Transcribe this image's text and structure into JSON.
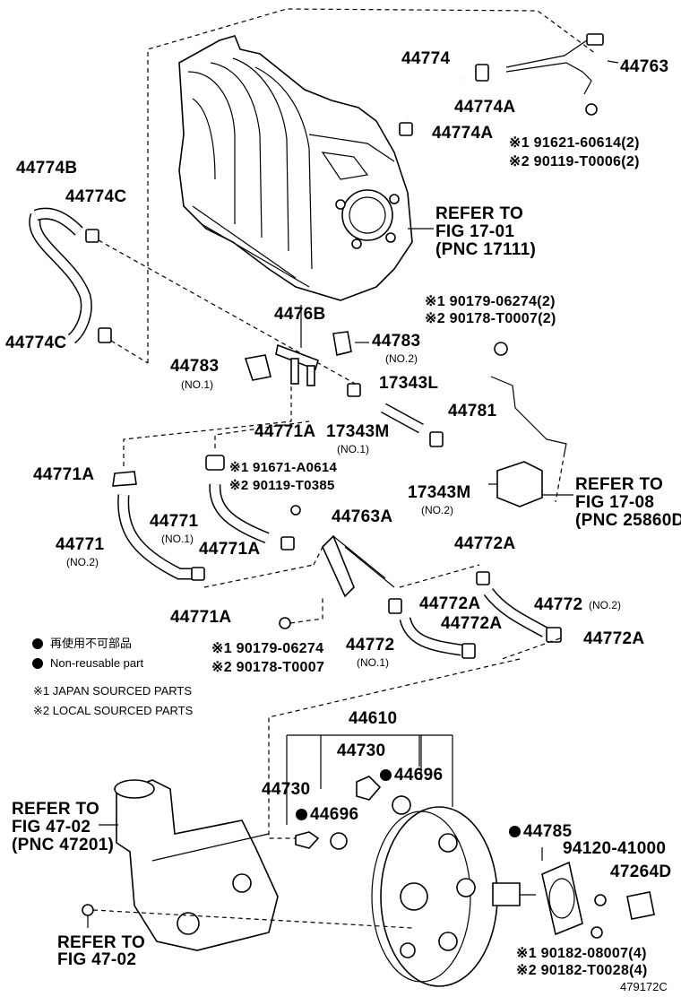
{
  "labels": {
    "p44774": "44774",
    "p44763": "44763",
    "p44774A_1": "44774A",
    "p44774A_2": "44774A",
    "jp_91621": "※1  91621-60614(2)",
    "lc_90119_1": "※2  90119-T0006(2)",
    "p44774B": "44774B",
    "p44774C_1": "44774C",
    "p44774C_2": "44774C",
    "refer_1701_a": "REFER TO",
    "refer_1701_b": "FIG 17-01",
    "refer_1701_c": "(PNC 17111)",
    "jp_90179_a": "※1 90179-06274(2)",
    "lc_90178_a": "※2 90178-T0007(2)",
    "p4476B": "4476B",
    "p44783_no1": "44783",
    "no1_a": "(NO.1)",
    "p44783_no2": "44783",
    "no2_a": "(NO.2)",
    "p17343L": "17343L",
    "p44781": "44781",
    "p44771A_top": "44771A",
    "p17343M_no1": "17343M",
    "no1_b": "(NO.1)",
    "p44771A_left": "44771A",
    "jp_91671": "※1 91671-A0614",
    "lc_90119_2": "※2 90119-T0385",
    "p17343M_no2": "17343M",
    "no2_b": "(NO.2)",
    "refer_1708_a": "REFER TO",
    "refer_1708_b": "FIG 17-08",
    "refer_1708_c": "(PNC 25860D",
    "p44771_no1": "44771",
    "no1_c": "(NO.1)",
    "p44763A": "44763A",
    "p44771_no2": "44771",
    "no2_c": "(NO.2)",
    "p44771A_mid": "44771A",
    "p44772A_top": "44772A",
    "p44772A_mid": "44772A",
    "p44772_no2": "44772",
    "no2_d": "(NO.2)",
    "p44771A_bottom": "44771A",
    "p44772A_bottom": "44772A",
    "p44772A_right": "44772A",
    "legend_jp": "再使用不可部品",
    "legend_en": "Non-reusable part",
    "jp_90179_b": "※1 90179-06274",
    "lc_90178_b": "※2 90178-T0007",
    "p44772_no1": "44772",
    "no1_d": "(NO.1)",
    "note_japan": "※1 JAPAN SOURCED PARTS",
    "note_local": "※2 LOCAL SOURCED PARTS",
    "p44610": "44610",
    "p44730_a": "44730",
    "p44696_a": "44696",
    "p44730_b": "44730",
    "p44696_b": "44696",
    "p44785": "44785",
    "p94120": "94120-41000",
    "p47264D": "47264D",
    "refer_4702_a": "REFER TO",
    "refer_4702_b": "FIG 47-02",
    "refer_4702_c": "(PNC 47201)",
    "refer_4702b_a": "REFER TO",
    "refer_4702b_b": "FIG 47-02",
    "jp_90182": "※1 90182-08007(4)",
    "lc_90182": "※2 90182-T0028(4)",
    "illus_no": "479172C"
  }
}
